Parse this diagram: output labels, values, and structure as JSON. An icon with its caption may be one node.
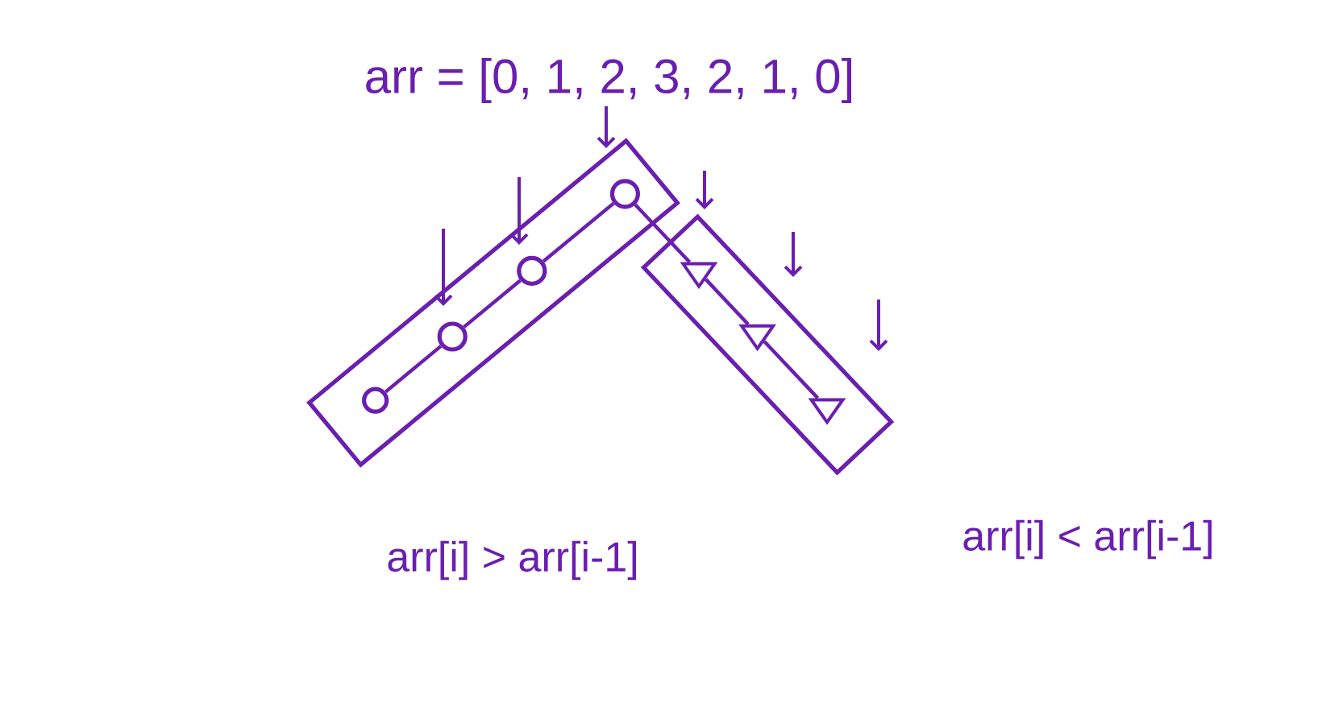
{
  "diagram": {
    "title": "arr = [0, 1, 2, 3, 2, 1, 0]",
    "nodes": [
      {
        "text": [],
        "shape": "box"
      },
      {
        "text": [],
        "shape": "box"
      },
      {
        "text": [],
        "shape": "circle",
        "in": 0
      },
      {
        "text": [],
        "shape": "circle",
        "in": 0
      },
      {
        "text": [],
        "shape": "circle",
        "in": 0
      },
      {
        "text": [],
        "shape": "circle",
        "in": 0
      },
      {
        "text": [],
        "shape": "triangle",
        "in": 1
      },
      {
        "text": [],
        "shape": "triangle",
        "in": 1
      },
      {
        "text": [],
        "shape": "triangle",
        "in": 1
      }
    ],
    "edges": [
      {
        "from": 2,
        "to": 3,
        "arrow": "none"
      },
      {
        "from": 3,
        "to": 4,
        "arrow": "none"
      },
      {
        "from": 4,
        "to": 5,
        "arrow": "none"
      },
      {
        "from": 5,
        "to": 6,
        "arrow": "none"
      },
      {
        "from": 6,
        "to": 7,
        "arrow": "none"
      },
      {
        "from": 7,
        "to": 8,
        "arrow": "none"
      }
    ],
    "labels": [
      "arr[i] > arr[i-1]",
      "arr[i] < arr[i-1]"
    ]
  }
}
